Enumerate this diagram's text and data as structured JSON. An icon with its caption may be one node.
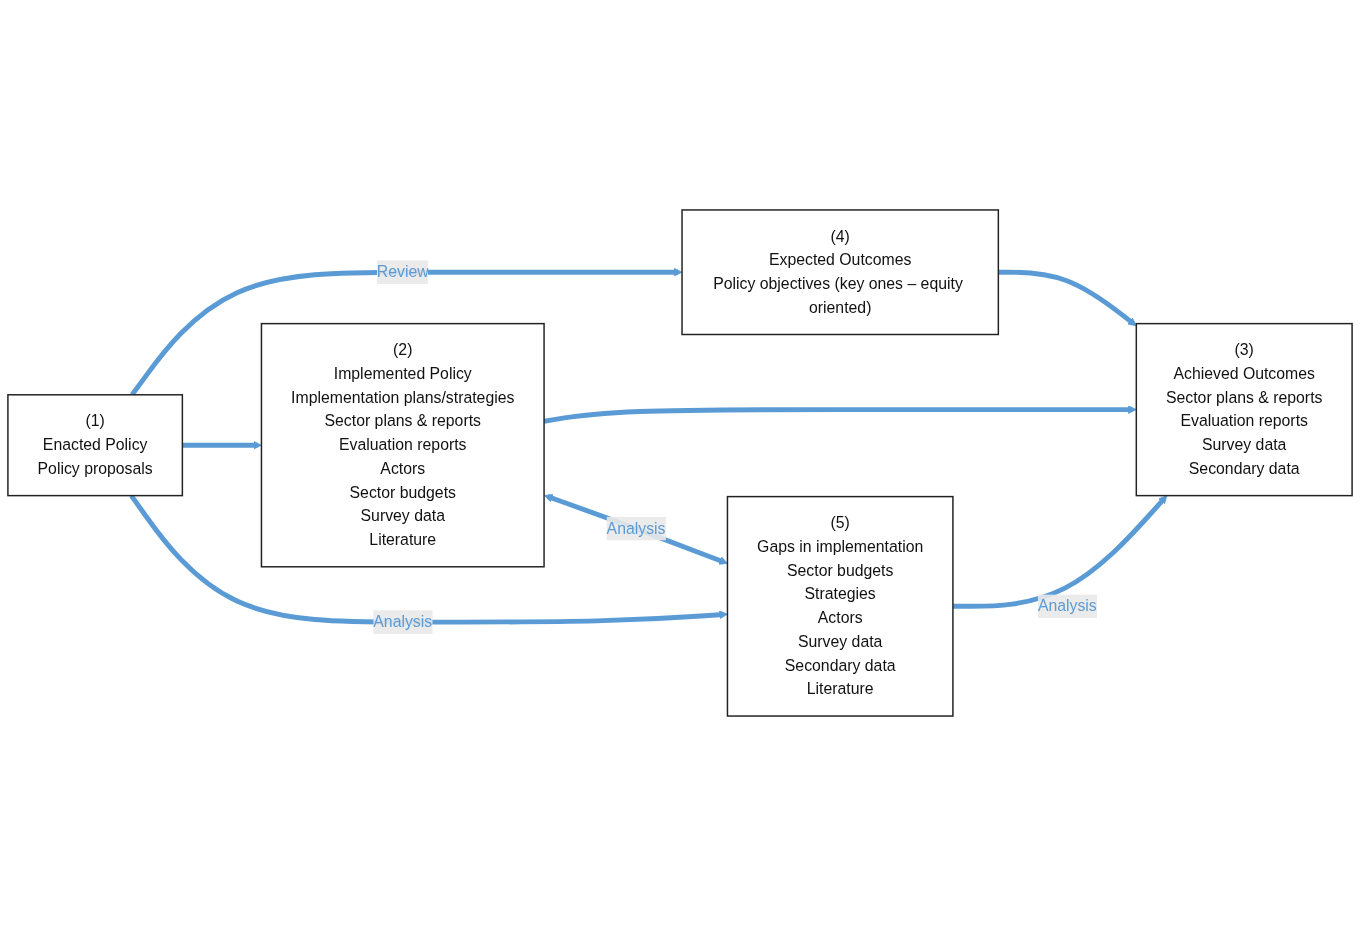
{
  "diagram": {
    "nodes": [
      {
        "text": [
          "(1)",
          "Enacted Policy",
          "Policy proposals"
        ]
      },
      {
        "text": [
          "(2)",
          "Implemented Policy",
          "Implementation plans/strategies",
          "Sector plans & reports",
          "Evaluation reports",
          "Actors",
          "Sector budgets",
          "Survey data",
          "Literature"
        ]
      },
      {
        "text": [
          "(3)",
          "Achieved Outcomes",
          "Sector plans & reports",
          "Evaluation reports",
          "Survey data",
          "Secondary data"
        ]
      },
      {
        "text": [
          "(4)",
          "Expected Outcomes",
          "Policy objectives (key ones – equity oriented)"
        ]
      },
      {
        "text": [
          "(5)",
          "Gaps in implementation",
          "Sector budgets",
          "Strategies",
          "Actors",
          "Survey data",
          "Secondary data",
          "Literature"
        ]
      }
    ],
    "edges": [
      {
        "from": 0,
        "to": 3,
        "arrow": "to",
        "label": "Review"
      },
      {
        "from": 0,
        "to": 1,
        "arrow": "to"
      },
      {
        "from": 1,
        "to": 2,
        "arrow": "to"
      },
      {
        "from": 3,
        "to": 2,
        "arrow": "to"
      },
      {
        "from": 0,
        "to": 4,
        "arrow": "to",
        "label": "Analysis"
      },
      {
        "from": 1,
        "to": 4,
        "arrow": "both",
        "label": "Analysis"
      },
      {
        "from": 4,
        "to": 2,
        "arrow": "to",
        "label": "Analysis"
      }
    ]
  }
}
